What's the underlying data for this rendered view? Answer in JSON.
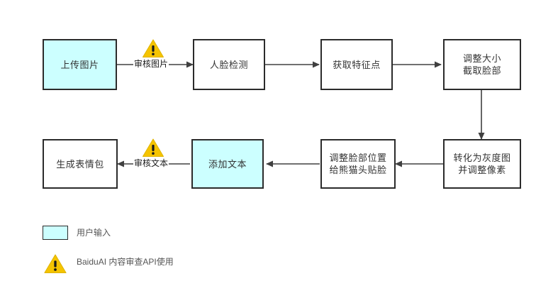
{
  "diagram": {
    "background_color": "#ffffff",
    "node_border_color": "#2b2b2b",
    "node_fill_color": "#ffffff",
    "user_input_fill_color": "#ccffff",
    "edge_color": "#404040",
    "warning_fill_color": "#f5c400",
    "nodes": [
      {
        "id": "upload",
        "label": "上传图片",
        "type": "user-input"
      },
      {
        "id": "face-detect",
        "label": "人脸检测",
        "type": "process"
      },
      {
        "id": "landmarks",
        "label": "获取特征点",
        "type": "process"
      },
      {
        "id": "resize-crop",
        "label": "调整大小\n截取脸部",
        "type": "process"
      },
      {
        "id": "grayscale",
        "label": "转化为灰度图\n并调整像素",
        "type": "process"
      },
      {
        "id": "panda-paste",
        "label": "调整脸部位置\n给熊猫头贴脸",
        "type": "process"
      },
      {
        "id": "add-text",
        "label": "添加文本",
        "type": "user-input"
      },
      {
        "id": "emoji-out",
        "label": "生成表情包",
        "type": "process"
      }
    ],
    "edge_labels": [
      {
        "id": "review-image",
        "label": "审核图片",
        "icon": "warning-triangle-icon"
      },
      {
        "id": "review-text",
        "label": "审核文本",
        "icon": "warning-triangle-icon"
      }
    ],
    "legend": [
      {
        "id": "user-input",
        "symbol": "cyan-swatch",
        "label": "用户输入"
      },
      {
        "id": "baidu-ai-api",
        "symbol": "warning-triangle-icon",
        "label": "BaiduAI 内容审查API使用"
      }
    ]
  }
}
